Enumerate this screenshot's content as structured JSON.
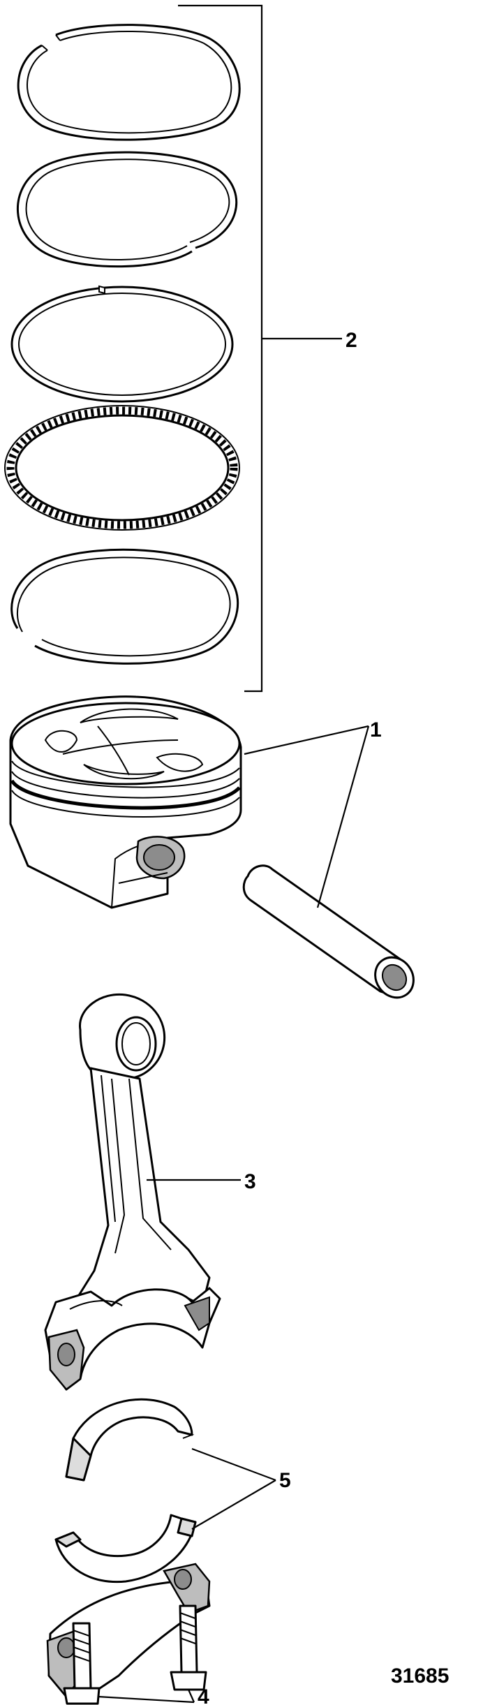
{
  "callouts": {
    "piston_and_pin": "1",
    "ring_set": "2",
    "connecting_rod": "3",
    "rod_bolts": "4",
    "rod_bearings": "5"
  },
  "figure_number": "31685"
}
